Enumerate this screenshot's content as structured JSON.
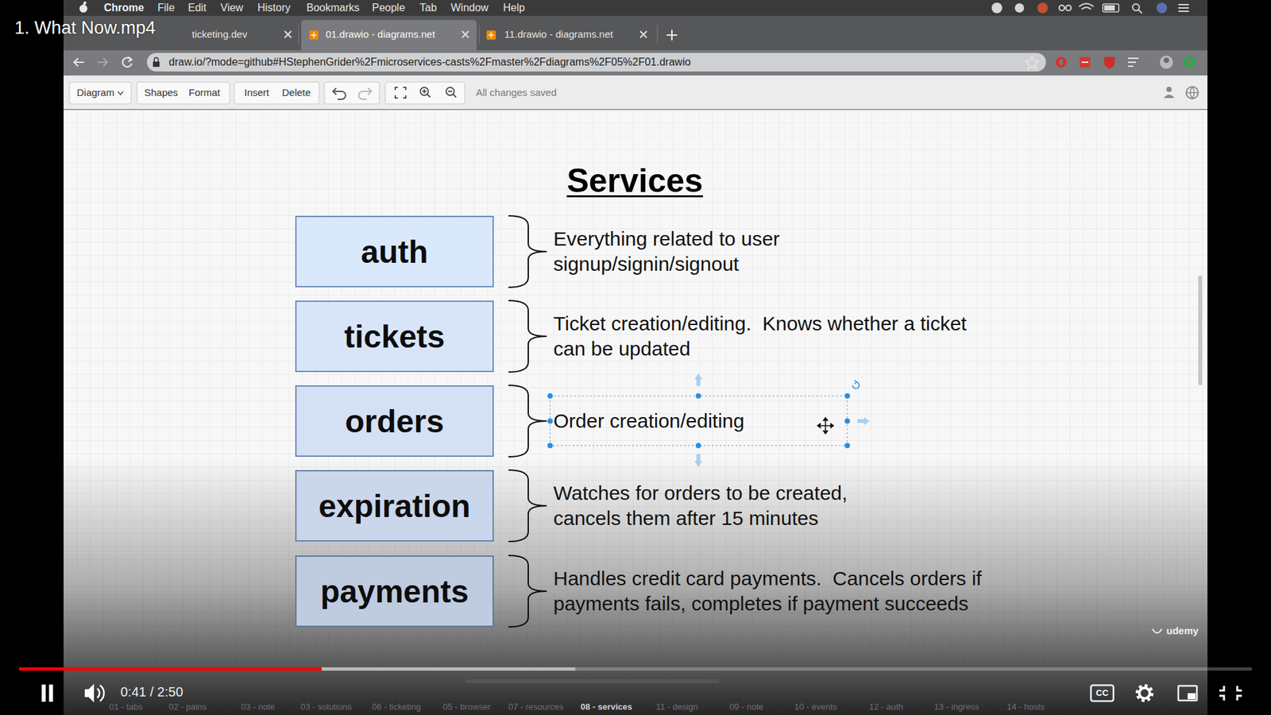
{
  "diagram": {
    "title": "Services",
    "nodes": [
      {
        "text": [
          "auth",
          "Everything related to user signup/signin/signout"
        ]
      },
      {
        "text": [
          "tickets",
          "Ticket creation/editing.  Knows whether a ticket can be updated"
        ]
      },
      {
        "text": [
          "orders",
          "Order creation/editing"
        ]
      },
      {
        "text": [
          "expiration",
          "Watches for orders to be created, cancels them after 15 minutes"
        ]
      },
      {
        "text": [
          "payments",
          "Handles credit card payments.  Cancels orders if payments fails, completes if payment succeeds"
        ]
      }
    ],
    "labels": [
      "1. What Now.mp4",
      "Chrome",
      "File",
      "Edit",
      "View",
      "History",
      "Bookmarks",
      "People",
      "Tab",
      "Window",
      "Help",
      "ticketing.dev",
      "01.drawio - diagrams.net",
      "11.drawio - diagrams.net",
      "draw.io/?mode=github#HStephenGrider%2Fmicroservices-casts%2Fmaster%2Fdiagrams%2F05%2F01.drawio",
      "Diagram",
      "Shapes",
      "Format",
      "Insert",
      "Delete",
      "All changes saved",
      "udemy",
      "0:41 / 2:50",
      "CC",
      "01 - tabs",
      "02 - pains",
      "03 - note",
      "03 - solutions",
      "06 - ticketing",
      "05 - browser",
      "07 - resources",
      "08 - services",
      "11 - design",
      "09 - note",
      "10 - events",
      "12 - auth",
      "13 - ingress",
      "14 - hosts"
    ]
  }
}
